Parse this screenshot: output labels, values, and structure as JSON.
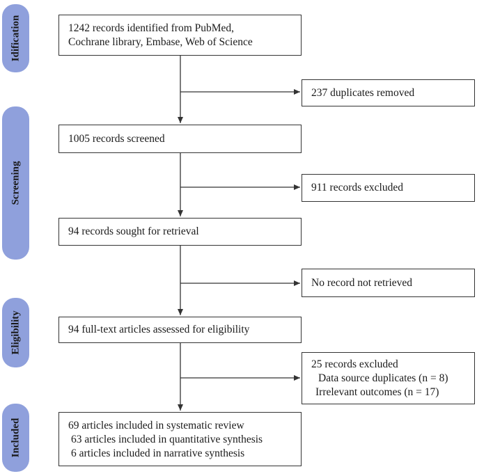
{
  "stages": {
    "identification": "Idification",
    "screening": "Screening",
    "eligibility": "Eligibility",
    "included": "Included"
  },
  "boxes": {
    "identified": [
      "1242 records identified from PubMed,",
      "Cochrane library, Embase, Web of Science"
    ],
    "duplicates": "237 duplicates removed",
    "screened": "1005 records screened",
    "excluded_screen": "911 records excluded",
    "sought": "94 records sought for retrieval",
    "not_retrieved": "No record not retrieved",
    "assessed": "94 full-text articles assessed for eligibility",
    "excluded_full": [
      "25 records excluded",
      "Data source duplicates (n = 8)",
      "Irrelevant outcomes (n = 17)"
    ],
    "included": [
      "69 articles included in systematic review",
      "63 articles included in quantitative synthesis",
      "6 articles included in narrative synthesis"
    ]
  },
  "colors": {
    "stage_fill": "#8fa0dc",
    "box_border": "#333333",
    "arrow": "#333333"
  }
}
